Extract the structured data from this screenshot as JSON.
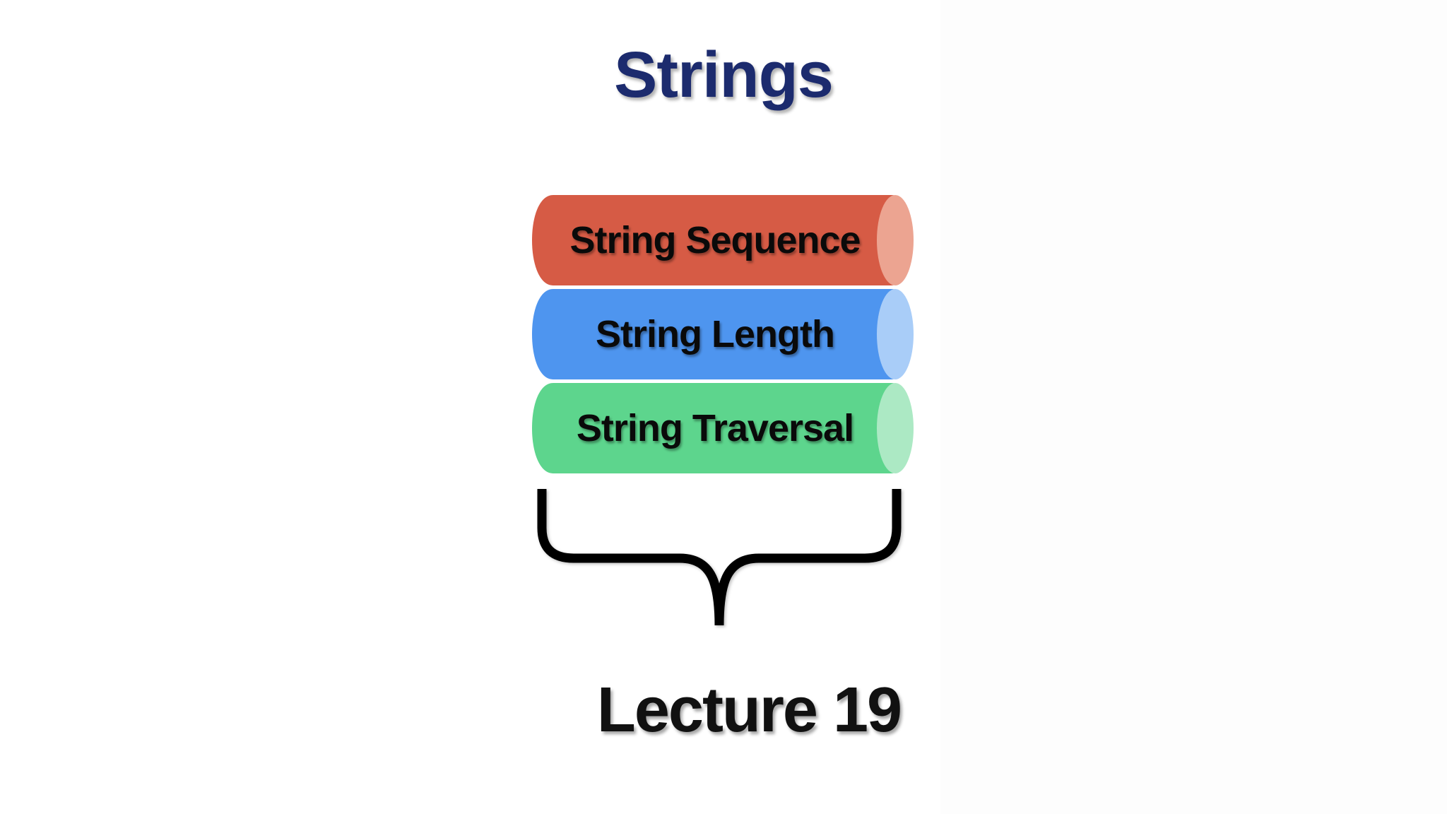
{
  "slide": {
    "title": "Strings",
    "title_color": "#1C2B6E",
    "footer": "Lecture 19",
    "footer_color": "#111111",
    "brace_color": "#000000",
    "topics": [
      {
        "label": "String Sequence",
        "body_color": "#D65B45",
        "cap_color": "#ECA491"
      },
      {
        "label": "String Length",
        "body_color": "#4E95EF",
        "cap_color": "#A9CDF8"
      },
      {
        "label": "String Traversal",
        "body_color": "#5DD58D",
        "cap_color": "#ACE9C4"
      }
    ]
  }
}
